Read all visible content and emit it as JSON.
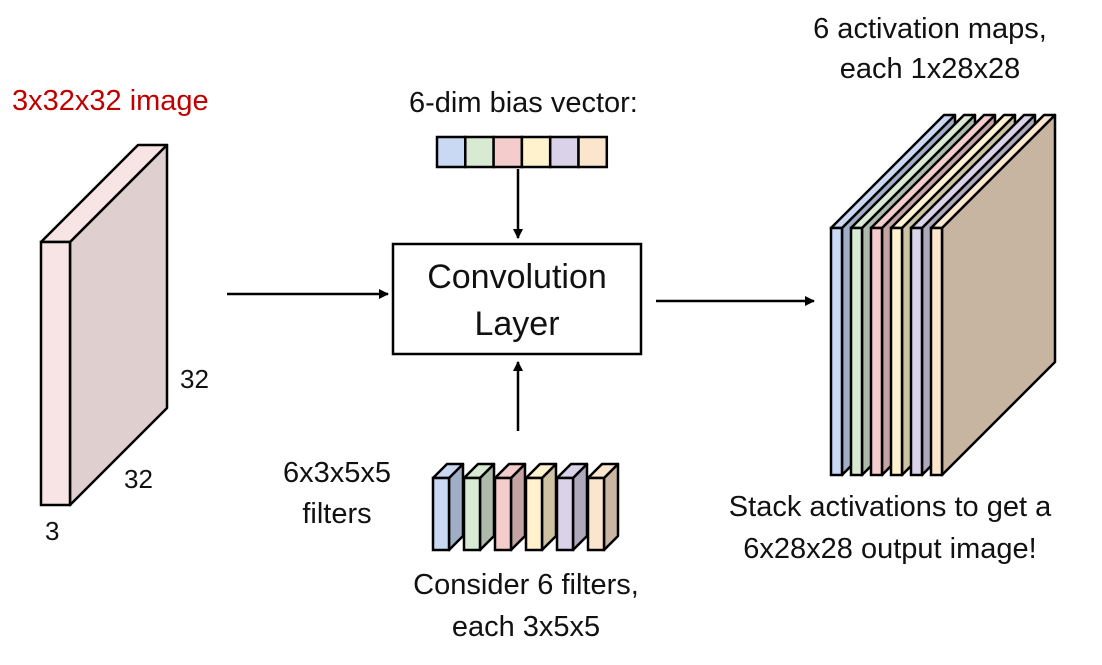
{
  "input": {
    "title": "3x32x32 image",
    "title_color": "#c00000",
    "height_label": "32",
    "width_label": "32",
    "depth_label": "3",
    "front_color": "#f8e4e4",
    "side_color": "#dfcfcf"
  },
  "bias": {
    "title": "6-dim bias vector:",
    "colors": [
      "#c9d9f4",
      "#d9ead3",
      "#f4cccc",
      "#fff2cc",
      "#d9d2e9",
      "#fce5cd"
    ]
  },
  "conv_layer": {
    "line1": "Convolution",
    "line2": "Layer"
  },
  "filters": {
    "side_label_line1": "6x3x5x5",
    "side_label_line2": "filters",
    "caption_line1": "Consider 6 filters,",
    "caption_line2": "each 3x5x5",
    "front_colors": [
      "#c9d9f4",
      "#d9ead3",
      "#f4cccc",
      "#fff2cc",
      "#d9d2e9",
      "#fce5cd"
    ],
    "side_colors": [
      "#9fadc6",
      "#aebbab",
      "#c4a3a3",
      "#cdc3a3",
      "#aea8bb",
      "#c9b5a2"
    ]
  },
  "output": {
    "title_line1": "6 activation maps,",
    "title_line2": "each 1x28x28",
    "caption_line1": "Stack activations to get a",
    "caption_line2": "6x28x28 output image!",
    "front_colors": [
      "#c9d9f4",
      "#d9ead3",
      "#f4cccc",
      "#fff2cc",
      "#d9d2e9",
      "#fce5cd"
    ],
    "side_colors": [
      "#9fadc6",
      "#aebbab",
      "#c4a3a3",
      "#cdc3a3",
      "#aea8bb",
      "#c7b5a1"
    ]
  }
}
